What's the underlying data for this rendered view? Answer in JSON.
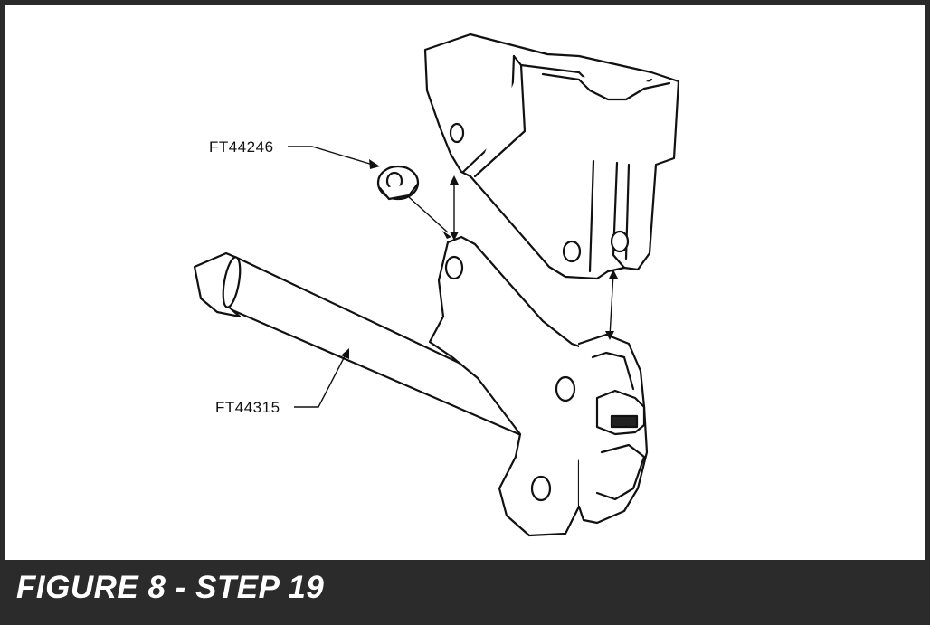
{
  "figure": {
    "caption": "FIGURE 8 - STEP 19"
  },
  "callouts": {
    "bushing": "FT44246",
    "bar": "FT44315"
  },
  "colors": {
    "background": "#2b2b2b",
    "panel": "#ffffff",
    "line": "#111111"
  }
}
